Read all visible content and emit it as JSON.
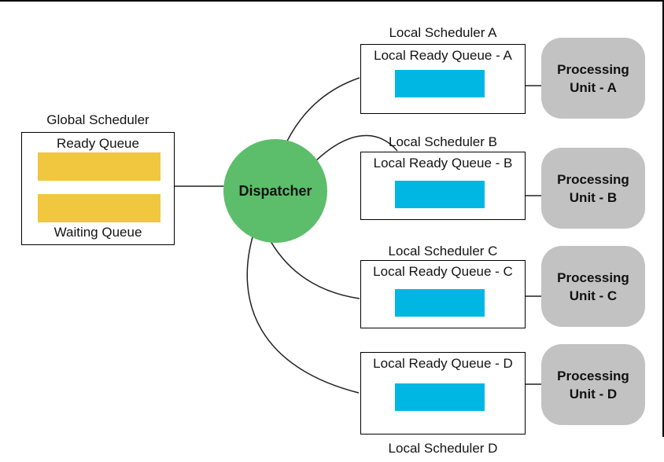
{
  "colors": {
    "queue_yellow": "#F0C73F",
    "queue_cyan": "#00B6E3",
    "dispatcher_green": "#5CBE6B",
    "unit_gray": "#C2C2C2"
  },
  "global_scheduler": {
    "title": "Global Scheduler",
    "ready_label": "Ready Queue",
    "waiting_label": "Waiting Queue"
  },
  "dispatcher": {
    "label": "Dispatcher"
  },
  "local_schedulers": [
    {
      "id": "A",
      "title": "Local Scheduler A",
      "queue_label": "Local Ready Queue - A",
      "title_position": "above"
    },
    {
      "id": "B",
      "title": "Local Scheduler B",
      "queue_label": "Local Ready Queue - B",
      "title_position": "above"
    },
    {
      "id": "C",
      "title": "Local Scheduler C",
      "queue_label": "Local Ready Queue - C",
      "title_position": "above"
    },
    {
      "id": "D",
      "title": "Local Scheduler D",
      "queue_label": "Local Ready Queue - D",
      "title_position": "below"
    }
  ],
  "processing_units": [
    {
      "id": "A",
      "line1": "Processing",
      "line2": "Unit - A"
    },
    {
      "id": "B",
      "line1": "Processing",
      "line2": "Unit - B"
    },
    {
      "id": "C",
      "line1": "Processing",
      "line2": "Unit - C"
    },
    {
      "id": "D",
      "line1": "Processing",
      "line2": "Unit - D"
    }
  ]
}
